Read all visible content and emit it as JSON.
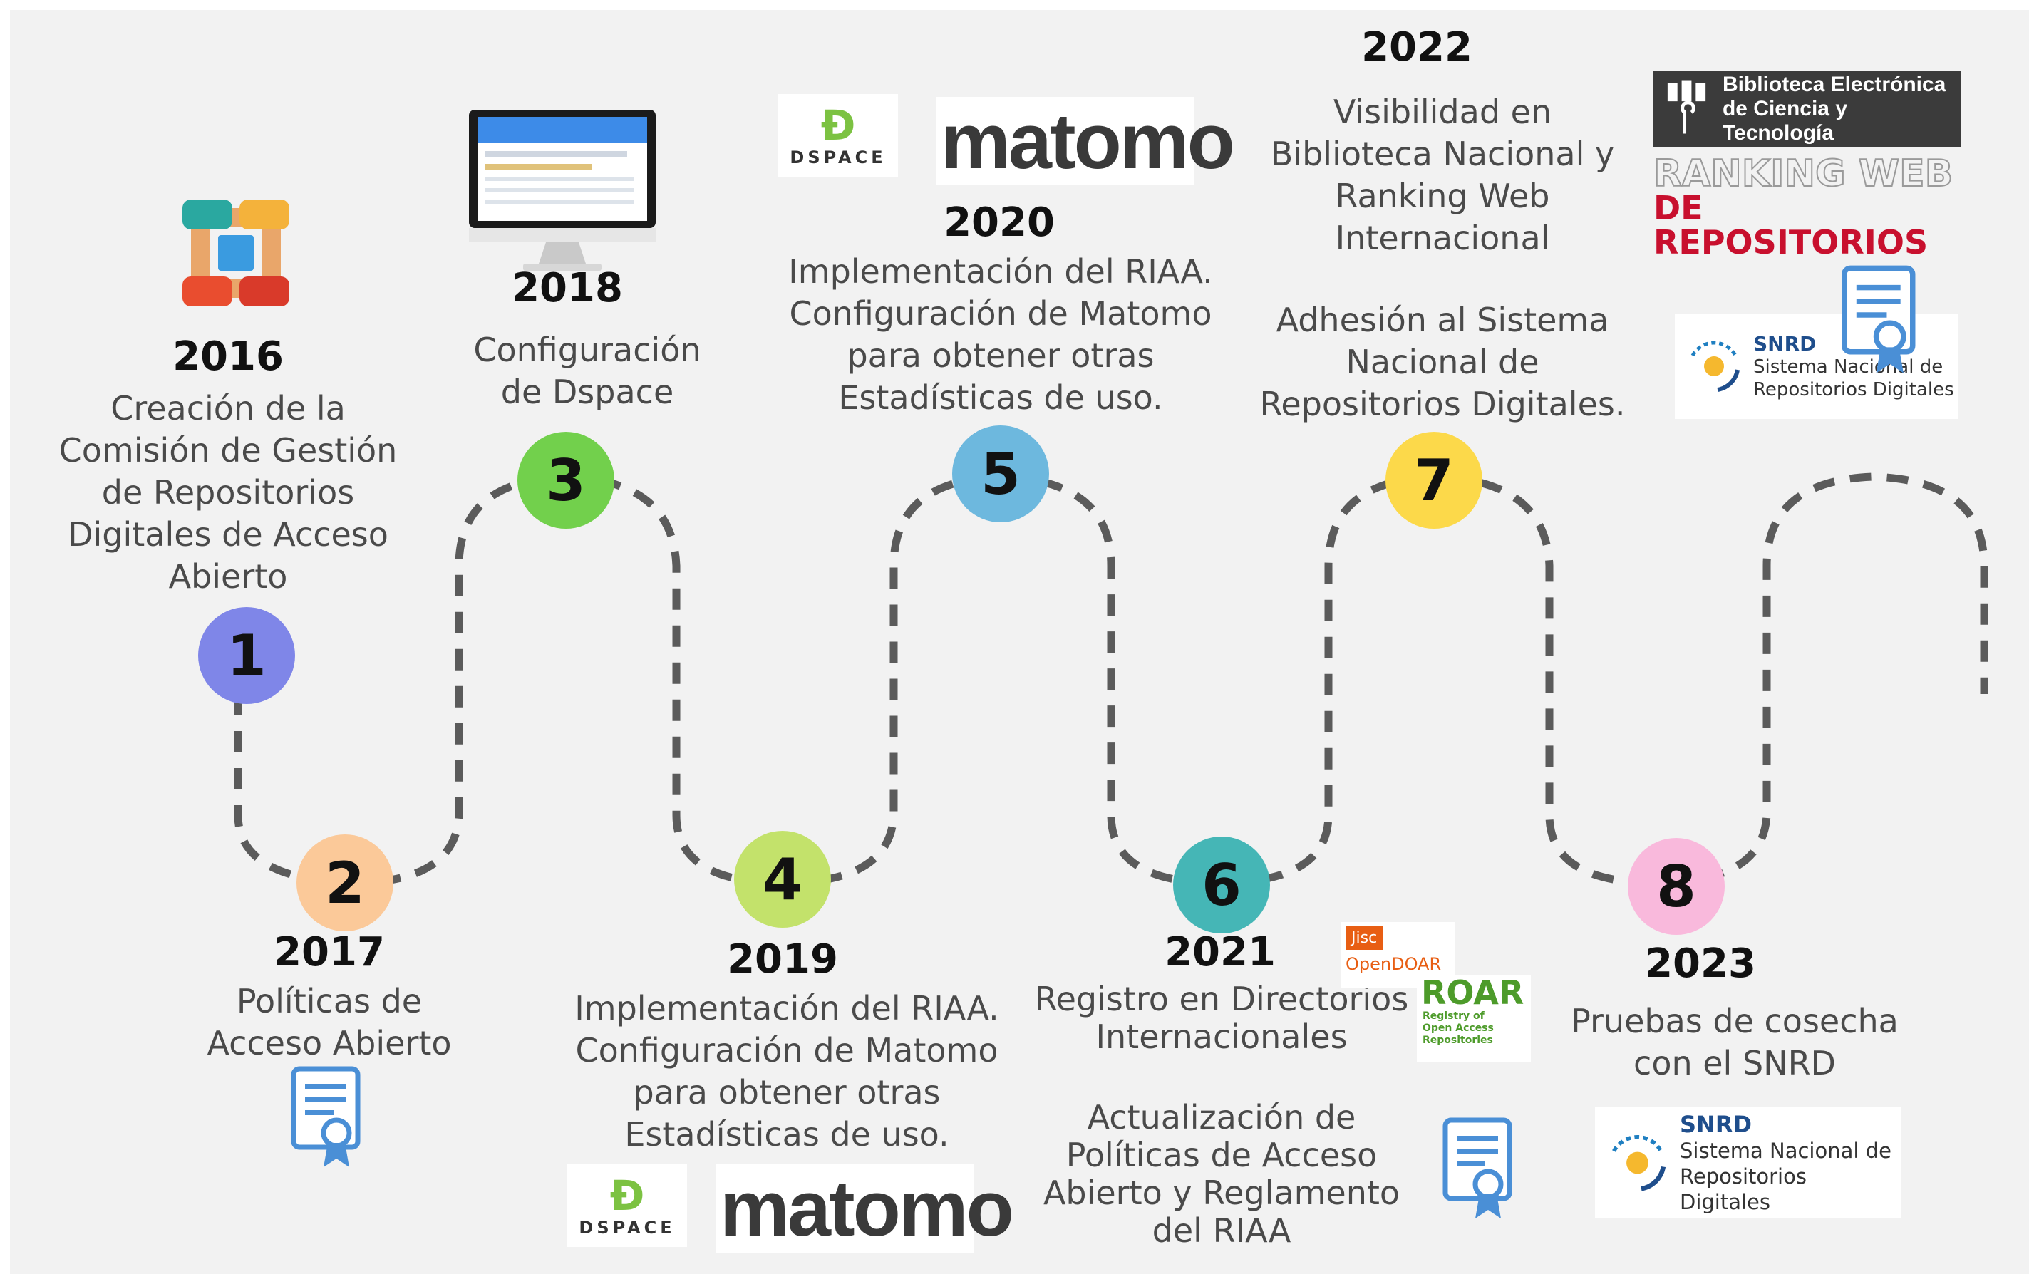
{
  "milestones": [
    {
      "num": "1",
      "year": "2016",
      "desc": "Creación de la\nComisión de Gestión\nde Repositorios\nDigitales de Acceso\nAbierto",
      "color": "#7f86e8"
    },
    {
      "num": "2",
      "year": "2017",
      "desc": "Políticas de\nAcceso Abierto",
      "color": "#fbc999"
    },
    {
      "num": "3",
      "year": "2018",
      "desc": "Configuración\nde Dspace",
      "color": "#72d04c"
    },
    {
      "num": "4",
      "year": "2019",
      "desc": "Implementación del RIAA.\nConfiguración de Matomo\npara obtener otras\nEstadísticas de uso.",
      "color": "#c3e26b"
    },
    {
      "num": "5",
      "year": "2020",
      "desc": "Implementación del RIAA.\nConfiguración de Matomo\npara obtener otras\nEstadísticas de uso.",
      "color": "#6db8de"
    },
    {
      "num": "6",
      "year": "2021",
      "desc": "Registro en Directorios\nInternacionales",
      "desc2": "Actualización de\nPolíticas de Acceso\nAbierto y Reglamento\ndel RIAA",
      "color": "#45b6b6"
    },
    {
      "num": "7",
      "year": "2022",
      "desc": "Visibilidad en\nBiblioteca Nacional y\nRanking Web\nInternacional",
      "desc2": "Adhesión al Sistema\nNacional de\nRepositorios Digitales.",
      "color": "#fcd94a"
    },
    {
      "num": "8",
      "year": "2023",
      "desc": "Pruebas de cosecha\ncon el SNRD",
      "color": "#f9b9dc"
    }
  ],
  "logos": {
    "dspace_mark": "Ð",
    "dspace_text": "DSPACE",
    "matomo_text": "matomo",
    "snrd_title": "SNRD",
    "snrd_subtitle": "Sistema Nacional de\nRepositorios Digitales",
    "biblio_text": "Biblioteca Electrónica\nde Ciencia y Tecnología",
    "ranking_line1": "RANKING WEB",
    "ranking_line2": "DE REPOSITORIOS",
    "jisc_text": "Jisc",
    "opendoar_text": "OpenDOAR",
    "roar_title": "ROAR",
    "roar_sub": "Registry of\nOpen Access\nRepositories"
  },
  "colors": {
    "path": "#5b5b5b",
    "certificate": "#4a8fd6",
    "matomo_blue": "#3152a0",
    "matomo_green": "#95c748",
    "ranking_gray": "#9a9a9a",
    "ranking_red": "#c8102e",
    "jisc_orange": "#e85e13",
    "roar_green": "#4d9b2a"
  }
}
